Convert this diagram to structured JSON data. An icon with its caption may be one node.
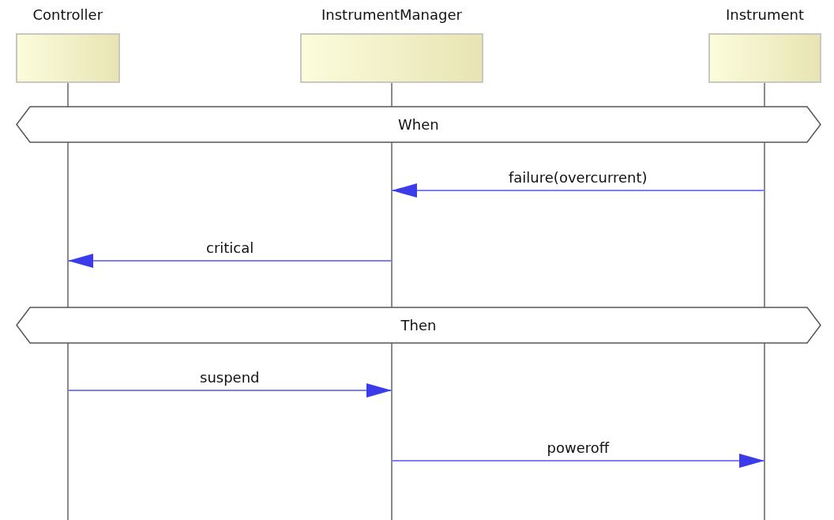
{
  "diagram": {
    "nodes": [
      {
        "text": [
          "Controller"
        ]
      },
      {
        "text": [
          "InstrumentManager"
        ]
      },
      {
        "text": [
          "Instrument"
        ]
      },
      {
        "text": [
          "When"
        ]
      },
      {
        "text": [
          "Then"
        ]
      }
    ],
    "edges": [
      {
        "from": 2,
        "to": 1,
        "arrow": "to",
        "label": "failure(overcurrent)"
      },
      {
        "from": 1,
        "to": 0,
        "arrow": "to",
        "label": "critical"
      },
      {
        "from": 0,
        "to": 1,
        "arrow": "to",
        "label": "suspend"
      },
      {
        "from": 1,
        "to": 2,
        "arrow": "to",
        "label": "poweroff"
      }
    ]
  }
}
